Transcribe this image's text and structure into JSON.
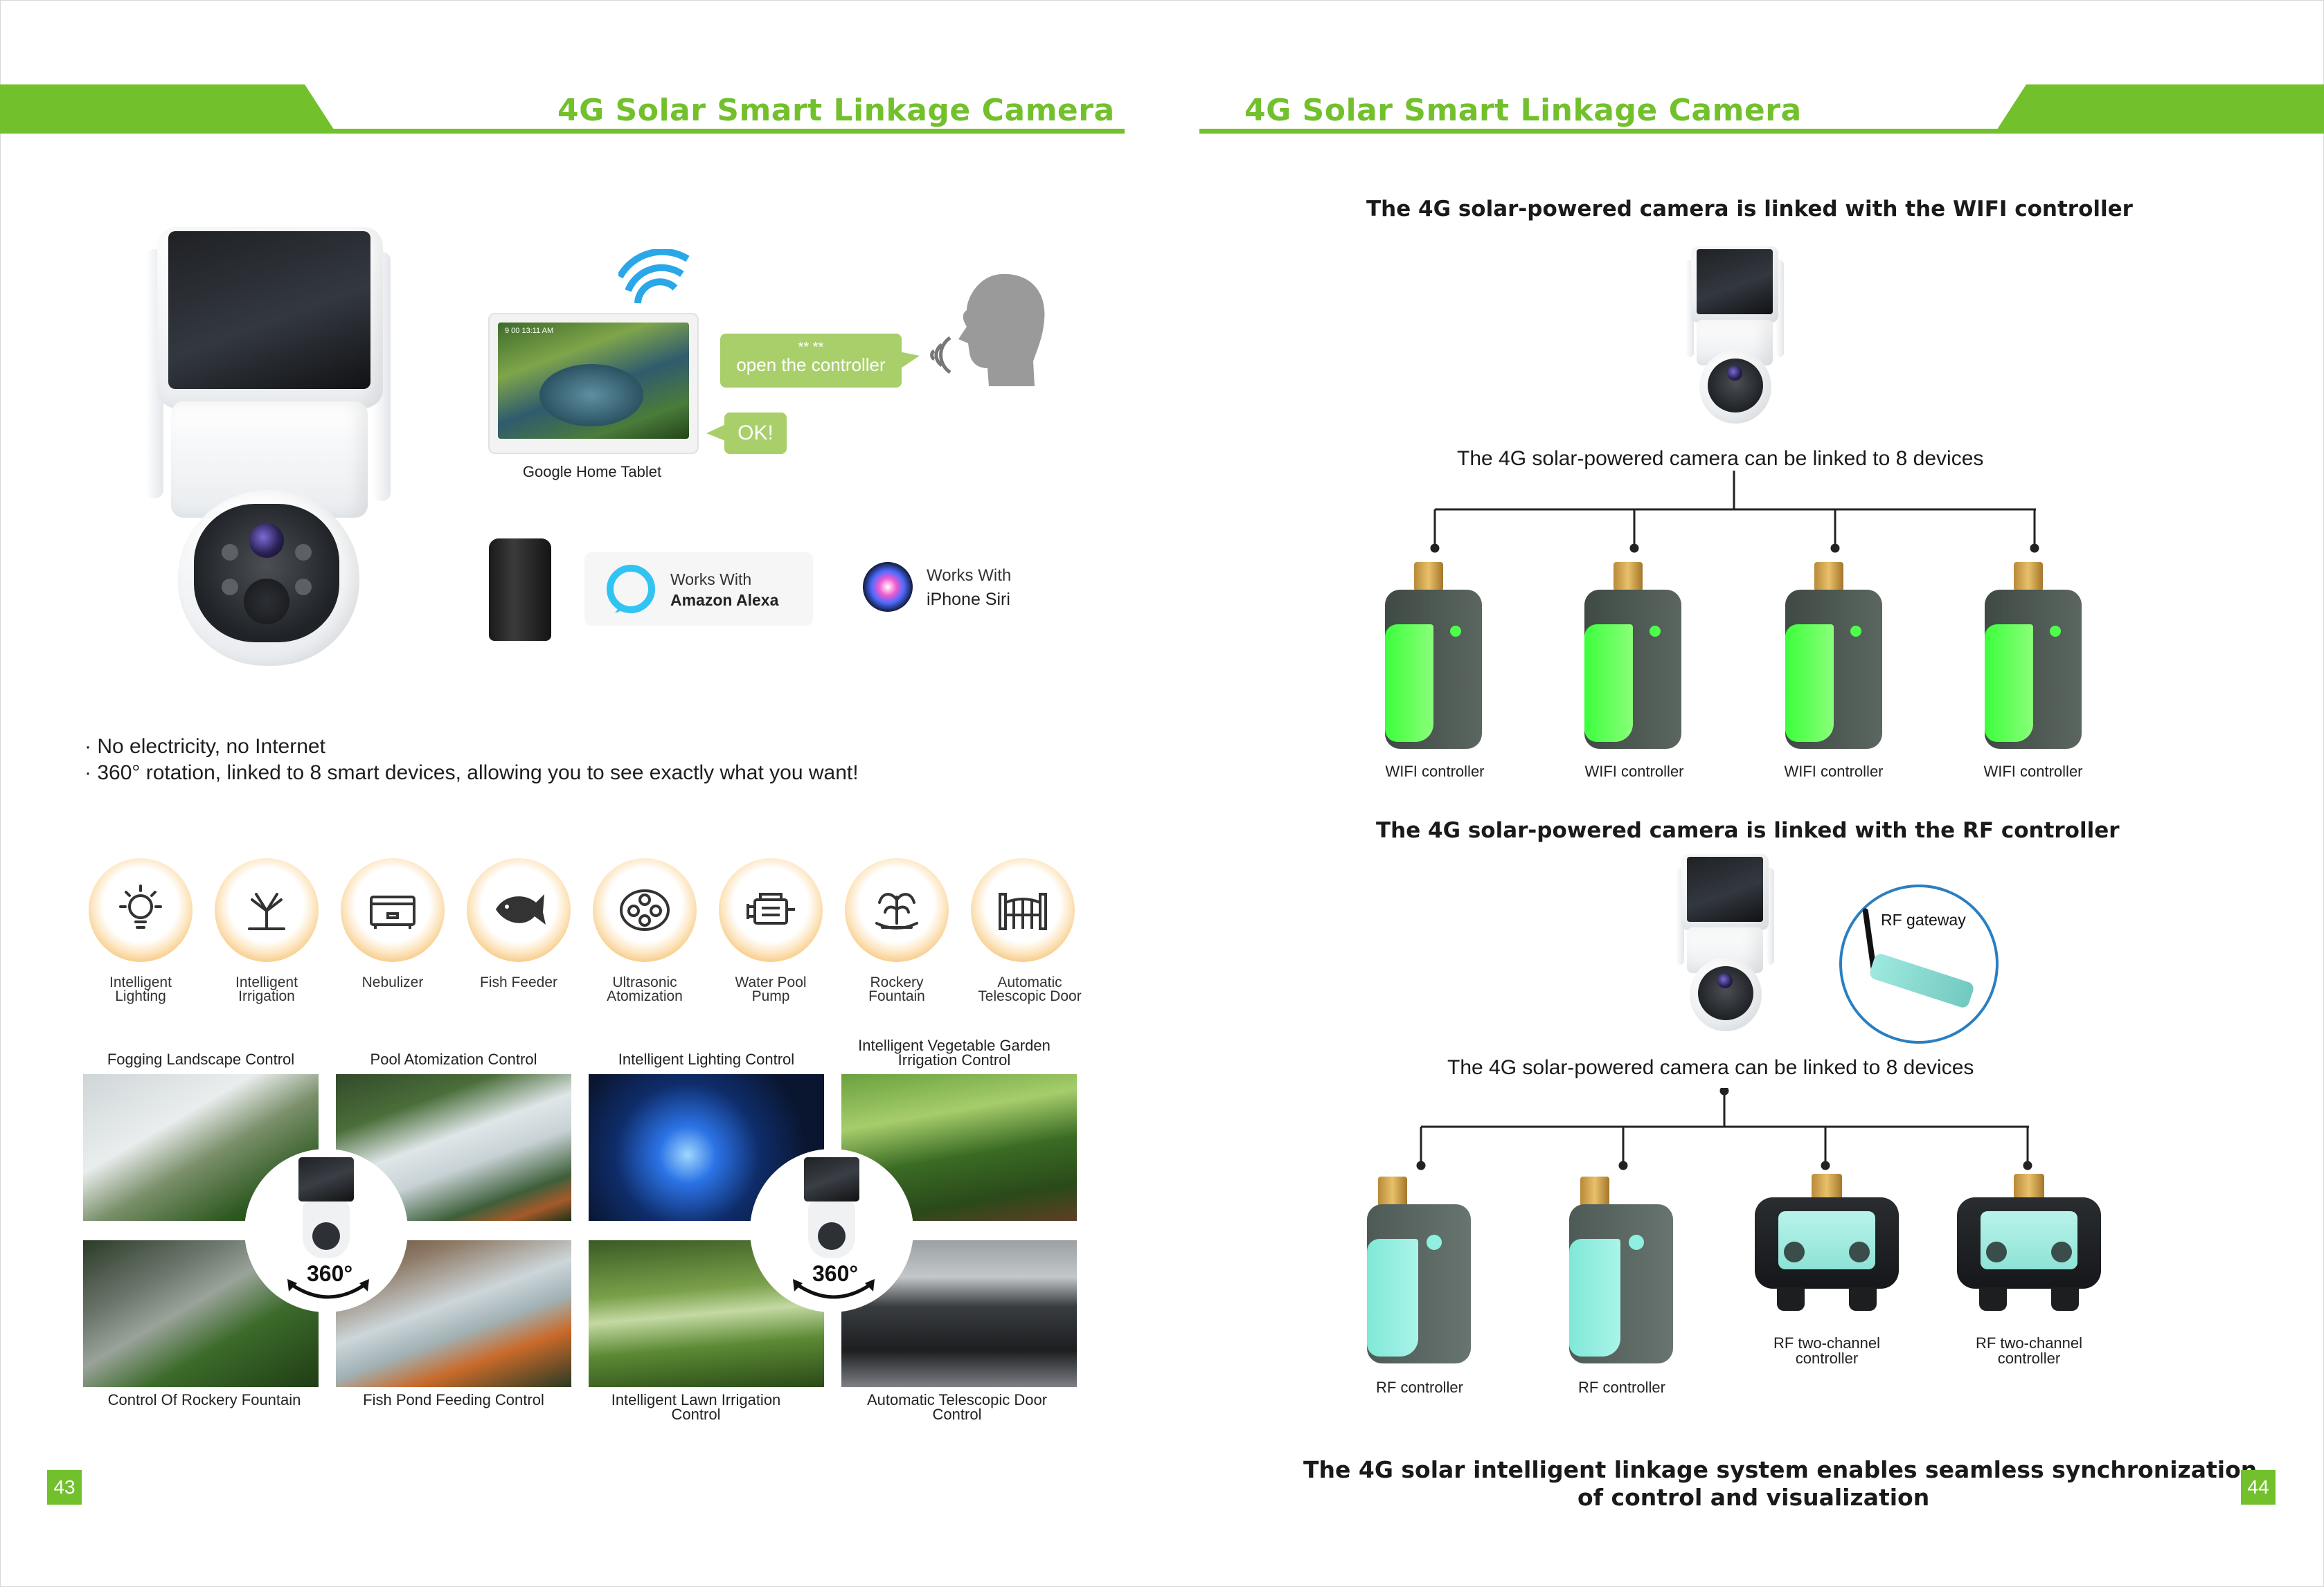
{
  "left_page": {
    "header_title": "4G Solar Smart Linkage Camera",
    "tablet_label": "Google Home Tablet",
    "tablet_time": "9 00 13:11 AM",
    "bubble_dots": "** **",
    "bubble_command": "open the controller",
    "bubble_reply": "OK!",
    "alexa": {
      "line1": "Works With",
      "line2": "Amazon Alexa"
    },
    "siri": {
      "line1": "Works With",
      "line2": "iPhone Siri"
    },
    "bullets": [
      "· No electricity, no Internet",
      "· 360°   rotation, linked to 8 smart devices, allowing you to see exactly what you want!"
    ],
    "devices": [
      {
        "line1": "Intelligent",
        "line2": "Lighting",
        "icon": "bulb-icon"
      },
      {
        "line1": "Intelligent",
        "line2": "Irrigation",
        "icon": "sprinkler-icon"
      },
      {
        "line1": "Nebulizer",
        "line2": "",
        "icon": "nebulizer-icon"
      },
      {
        "line1": "Fish Feeder",
        "line2": "",
        "icon": "fish-icon"
      },
      {
        "line1": "Ultrasonic",
        "line2": "Atomization",
        "icon": "atomizer-icon"
      },
      {
        "line1": "Water Pool",
        "line2": "Pump",
        "icon": "pump-icon"
      },
      {
        "line1": "Rockery",
        "line2": "Fountain",
        "icon": "fountain-icon"
      },
      {
        "line1": "Automatic",
        "line2": "Telescopic Door",
        "icon": "gate-icon"
      }
    ],
    "photo_captions_top": [
      {
        "line1": "Fogging Landscape Control",
        "line2": ""
      },
      {
        "line1": "Pool Atomization Control",
        "line2": ""
      },
      {
        "line1": "Intelligent Lighting Control",
        "line2": ""
      },
      {
        "line1": "Intelligent Vegetable Garden",
        "line2": "Irrigation Control"
      }
    ],
    "photo_captions_bottom": [
      {
        "line1": "Control Of Rockery Fountain",
        "line2": ""
      },
      {
        "line1": "Fish Pond Feeding Control",
        "line2": ""
      },
      {
        "line1": "Intelligent Lawn Irrigation",
        "line2": "Control"
      },
      {
        "line1": "Automatic Telescopic Door",
        "line2": "Control"
      }
    ],
    "rotation_label": "360°",
    "page_number": "43"
  },
  "right_page": {
    "header_title": "4G Solar Smart Linkage Camera",
    "wifi_section_title": "The 4G solar-powered camera is linked with the WIFI controller",
    "wifi_linked_text": "The 4G solar-powered camera can be linked to 8 devices",
    "wifi_devices": [
      "WIFI controller",
      "WIFI controller",
      "WIFI controller",
      "WIFI controller"
    ],
    "rf_section_title": "The 4G solar-powered camera is linked with the RF controller",
    "rf_gateway_label": "RF gateway",
    "rf_linked_text": "The 4G solar-powered camera can be linked to 8 devices",
    "rf_devices": [
      {
        "line1": "RF controller",
        "line2": ""
      },
      {
        "line1": "RF controller",
        "line2": ""
      },
      {
        "line1": "RF two-channel",
        "line2": "controller"
      },
      {
        "line1": "RF two-channel",
        "line2": "controller"
      }
    ],
    "footer_line1": "The 4G solar intelligent linkage system enables seamless synchronization",
    "footer_line2": "of control and visualization",
    "page_number": "44"
  },
  "colors": {
    "brand_green": "#72c02c",
    "bubble_green": "#a9cf6b",
    "icon_gold": "#f3b04e",
    "wifi_controller_green": "#6bff6b",
    "rf_controller_aqua": "#8ff0e0",
    "gateway_ring": "#2a7fc1"
  }
}
